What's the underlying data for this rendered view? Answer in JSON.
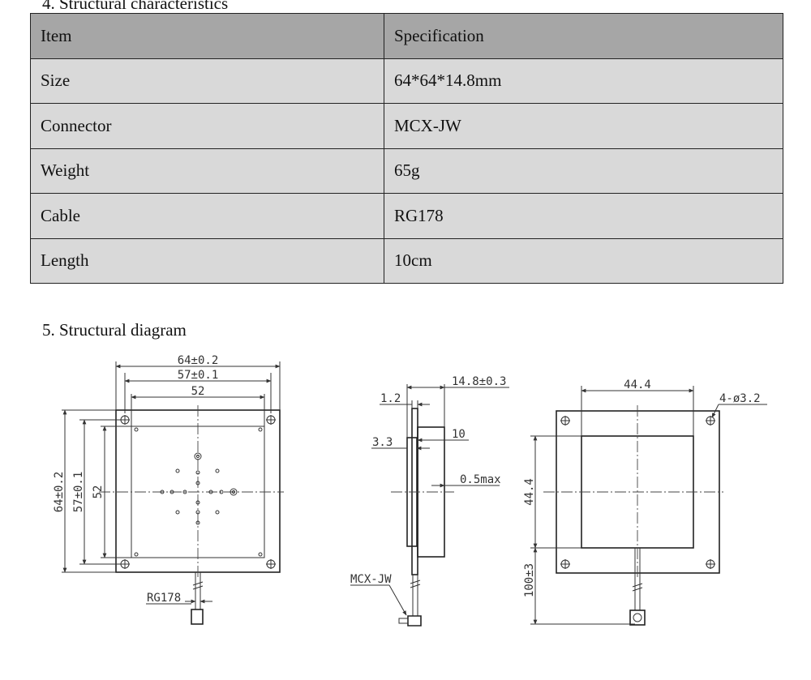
{
  "section4": {
    "heading": "4.  Structural characteristics"
  },
  "table": {
    "headers": [
      "Item",
      "Specification"
    ],
    "rows": [
      [
        "Size",
        "64*64*14.8mm"
      ],
      [
        "Connector",
        "MCX-JW"
      ],
      [
        "Weight",
        "65g"
      ],
      [
        "Cable",
        "RG178"
      ],
      [
        "Length",
        "10cm"
      ]
    ]
  },
  "section5": {
    "heading": "5.  Structural diagram"
  },
  "diagram": {
    "front": {
      "outer_width": "64±0.2",
      "hole_spacing": "57±0.1",
      "inner_width": "52",
      "outer_height": "64±0.2",
      "hole_spacing_v": "57±0.1",
      "inner_height": "52",
      "cable": "RG178"
    },
    "side": {
      "total_thickness": "14.8±0.3",
      "base_thickness": "1.2",
      "ground_thickness": "3.3",
      "patch_height": "10",
      "tolerance": "0.5max",
      "connector": "MCX-JW"
    },
    "back": {
      "square_width": "44.4",
      "holes": "4-ø3.2",
      "square_height": "44.4",
      "cable_length": "100±3"
    }
  },
  "colors": {
    "header_bg": "#a6a6a6",
    "row_bg": "#d9d9d9",
    "border": "#222222"
  }
}
